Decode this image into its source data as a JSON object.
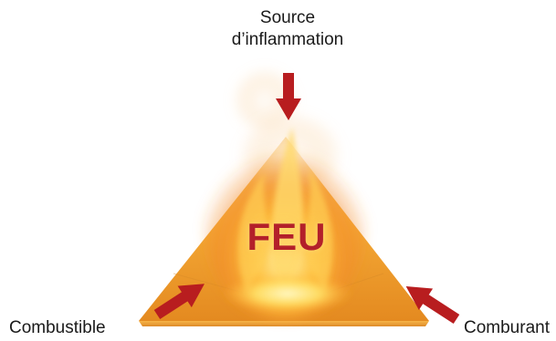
{
  "center_label": "FEU",
  "labels": {
    "top_line1": "Source",
    "top_line2": "d’inflammation",
    "left": "Combustible",
    "right": "Comburant"
  },
  "colors": {
    "center_text": "#b3202a",
    "arrow": "#b81d1f",
    "triangle_face": "#f4a429",
    "flame_core": "#ffe58a"
  }
}
